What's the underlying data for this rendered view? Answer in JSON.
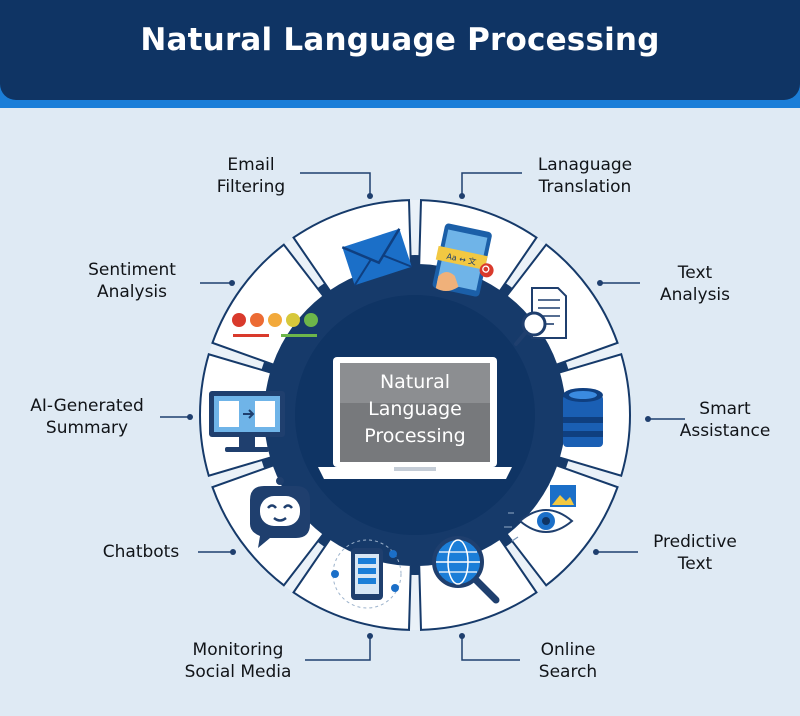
{
  "title": "Natural Language Processing",
  "center": {
    "lines": [
      "Natural",
      "Language",
      "Processing"
    ]
  },
  "items": [
    {
      "id": "email-filtering",
      "lines": [
        "Email",
        "Filtering"
      ],
      "icon": "envelope-icon"
    },
    {
      "id": "language-translation",
      "lines": [
        "Lanaguage",
        "Translation"
      ],
      "icon": "translation-tablet-icon"
    },
    {
      "id": "text-analysis",
      "lines": [
        "Text",
        "Analysis"
      ],
      "icon": "document-magnifier-icon"
    },
    {
      "id": "smart-assistance",
      "lines": [
        "Smart",
        "Assistance"
      ],
      "icon": "smart-speaker-icon"
    },
    {
      "id": "predictive-text",
      "lines": [
        "Predictive",
        "Text"
      ],
      "icon": "eye-image-icon"
    },
    {
      "id": "online-search",
      "lines": [
        "Online",
        "Search"
      ],
      "icon": "globe-search-icon"
    },
    {
      "id": "monitoring-social-media",
      "lines": [
        "Monitoring",
        "Social Media"
      ],
      "icon": "social-phone-icon"
    },
    {
      "id": "chatbots",
      "lines": [
        "Chatbots"
      ],
      "icon": "chatbot-icon"
    },
    {
      "id": "ai-generated-summary",
      "lines": [
        "AI-Generated",
        "Summary"
      ],
      "icon": "monitor-summary-icon"
    },
    {
      "id": "sentiment-analysis",
      "lines": [
        "Sentiment",
        "Analysis"
      ],
      "icon": "emoji-scale-icon"
    }
  ],
  "colors": {
    "navy": "#0f3464",
    "accent_blue": "#1b7ed8",
    "background": "#dfeaf4",
    "segment": "#ffffff"
  }
}
